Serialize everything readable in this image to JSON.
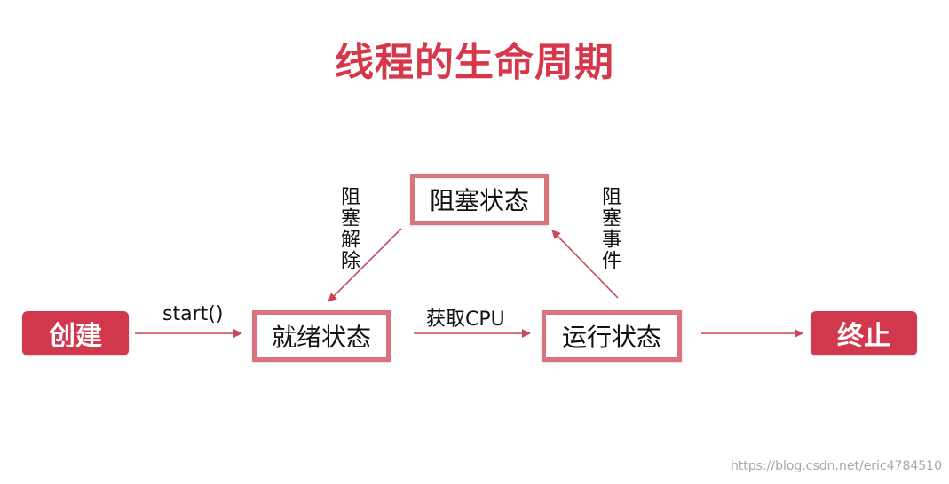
{
  "title": "线程的生命周期",
  "states": {
    "create": "创建",
    "ready": "就绪状态",
    "blocked": "阻塞状态",
    "running": "运行状态",
    "terminated": "终止"
  },
  "transitions": {
    "start": "start()",
    "get_cpu": "获取CPU",
    "unblock": "阻塞解除",
    "block_event": "阻塞事件"
  },
  "watermark": "https://blog.csdn.net/eric4784510",
  "colors": {
    "title": "#d5384a",
    "filled_box": "#d2384d",
    "outline_box_border": "#d8737f",
    "arrow": "#c9485b"
  }
}
